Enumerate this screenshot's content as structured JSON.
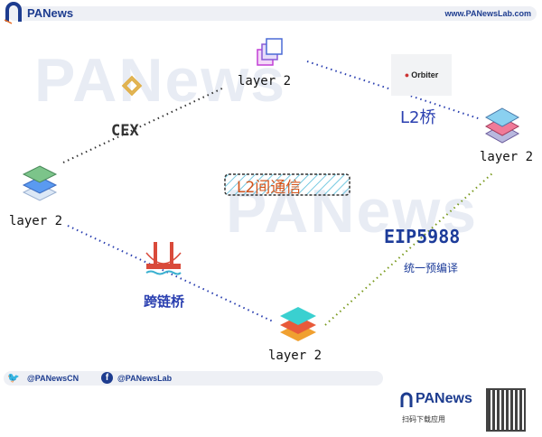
{
  "header": {
    "brand": "PANews",
    "url": "www.PANewsLab.com"
  },
  "watermark": "PANews",
  "nodes": {
    "top": "layer 2",
    "right": "layer 2",
    "left": "layer 2",
    "bottom": "layer 2"
  },
  "edges": {
    "cex": "CEX",
    "l2_bridge": "L2桥",
    "orbiter": "Orbiter",
    "cross_chain": "跨链桥",
    "eip": "EIP5988",
    "eip_sub": "统一预编译"
  },
  "center_label": "L2间通信",
  "footer": {
    "twitter": "@PANewsCN",
    "facebook": "@PANewsLab",
    "brand": "PANews",
    "scan": "扫码下载应用"
  },
  "colors": {
    "brand": "#1d3c8f",
    "accent": "#e86a1e",
    "edge_blue": "#2a3fb0",
    "edge_green": "#7a9a1e",
    "center_text": "#d4541a"
  }
}
